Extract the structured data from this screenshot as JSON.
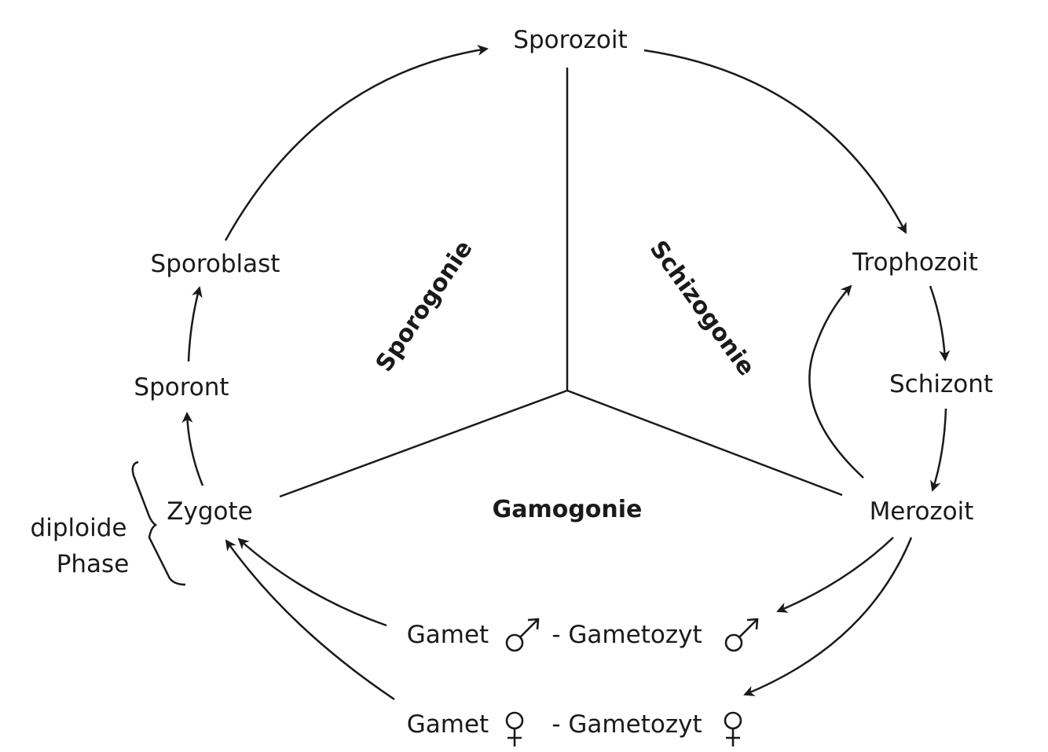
{
  "nodes": {
    "sporozoit": "Sporozoit",
    "trophozoit": "Trophozoit",
    "schizont": "Schizont",
    "merozoit": "Merozoit",
    "gamet_male": "Gamet",
    "gametozyt_male": "- Gametozyt",
    "gamet_female": "Gamet",
    "gametozyt_female": "- Gametozyt",
    "zygote": "Zygote",
    "sporont": "Sporont",
    "sporoblast": "Sporoblast"
  },
  "phases": {
    "sporogonie": "Sporogonie",
    "schizogonie": "Schizogonie",
    "gamogonie": "Gamogonie"
  },
  "annotation": {
    "line1": "diploide",
    "line2": "Phase"
  },
  "icons": {
    "male": "male-symbol-icon",
    "female": "female-symbol-icon"
  },
  "colors": {
    "ink": "#1a1a1a",
    "background": "#ffffff"
  }
}
